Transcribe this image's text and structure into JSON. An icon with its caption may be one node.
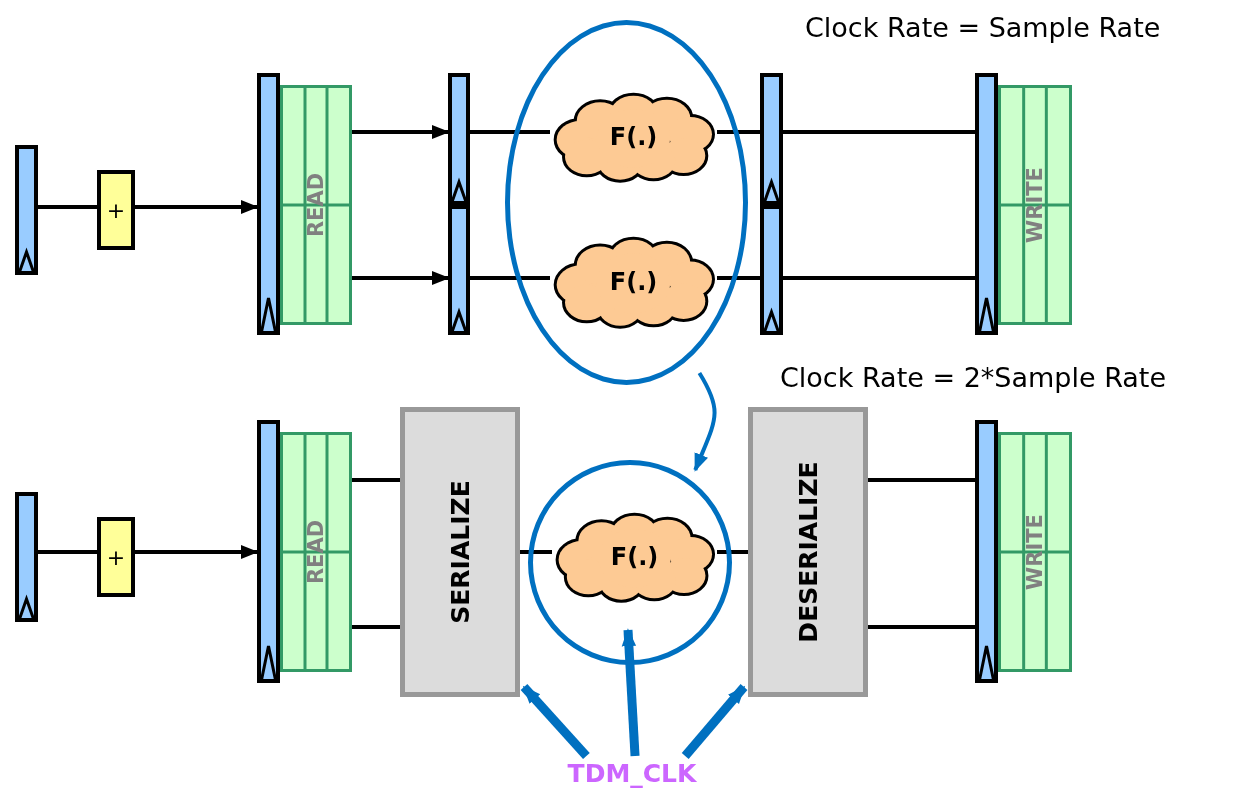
{
  "diagram": {
    "nodes": [
      {
        "text": [],
        "shape": "bar"
      },
      {
        "text": [
          "+"
        ]
      },
      {
        "text": [],
        "shape": "bar"
      },
      {
        "text": [
          "READ"
        ]
      },
      {
        "text": [],
        "shape": "bar"
      },
      {
        "text": [],
        "shape": "bar"
      },
      {
        "text": [],
        "shape": "circle"
      },
      {
        "text": [
          "F(.)"
        ],
        "in": 6
      },
      {
        "text": [
          "F(.)"
        ],
        "in": 6
      },
      {
        "text": [],
        "shape": "bar"
      },
      {
        "text": [],
        "shape": "bar"
      },
      {
        "text": [],
        "shape": "bar"
      },
      {
        "text": [
          "WRITE"
        ]
      },
      {
        "text": [],
        "shape": "bar"
      },
      {
        "text": [
          "+"
        ]
      },
      {
        "text": [],
        "shape": "bar"
      },
      {
        "text": [
          "READ"
        ]
      },
      {
        "text": [
          "SERIALIZE"
        ]
      },
      {
        "text": [],
        "shape": "circle"
      },
      {
        "text": [
          "F(.)"
        ],
        "in": 18
      },
      {
        "text": [
          "DESERIALIZE"
        ]
      },
      {
        "text": [],
        "shape": "bar"
      },
      {
        "text": [
          "WRITE"
        ]
      },
      {
        "text": [
          "TDM_CLK"
        ]
      }
    ],
    "edges": [
      {
        "from": 0,
        "to": 1,
        "arrow": "none"
      },
      {
        "from": 1,
        "to": 2,
        "arrow": "to"
      },
      {
        "from": 3,
        "to": 4,
        "arrow": "to"
      },
      {
        "from": 3,
        "to": 5,
        "arrow": "to"
      },
      {
        "from": 4,
        "to": 7,
        "arrow": "none"
      },
      {
        "from": 5,
        "to": 8,
        "arrow": "none"
      },
      {
        "from": 7,
        "to": 9,
        "arrow": "none"
      },
      {
        "from": 8,
        "to": 10,
        "arrow": "none"
      },
      {
        "from": 9,
        "to": 11,
        "arrow": "none"
      },
      {
        "from": 10,
        "to": 11,
        "arrow": "none"
      },
      {
        "from": 6,
        "to": 18,
        "arrow": "to",
        "color": "#0070c0"
      },
      {
        "from": 13,
        "to": 14,
        "arrow": "none"
      },
      {
        "from": 14,
        "to": 15,
        "arrow": "to"
      },
      {
        "from": 16,
        "to": 17,
        "arrow": "none"
      },
      {
        "from": 16,
        "to": 17,
        "arrow": "none"
      },
      {
        "from": 17,
        "to": 19,
        "arrow": "none"
      },
      {
        "from": 19,
        "to": 20,
        "arrow": "none"
      },
      {
        "from": 20,
        "to": 21,
        "arrow": "none"
      },
      {
        "from": 20,
        "to": 21,
        "arrow": "none"
      },
      {
        "from": 23,
        "to": 17,
        "arrow": "to",
        "style": "thick",
        "color": "#0070c0"
      },
      {
        "from": 23,
        "to": 18,
        "arrow": "to",
        "style": "thick",
        "color": "#0070c0"
      },
      {
        "from": 23,
        "to": 20,
        "arrow": "to",
        "style": "thick",
        "color": "#0070c0"
      }
    ],
    "labels": [
      "Clock Rate = Sample Rate",
      "Clock Rate = 2*Sample Rate"
    ]
  }
}
